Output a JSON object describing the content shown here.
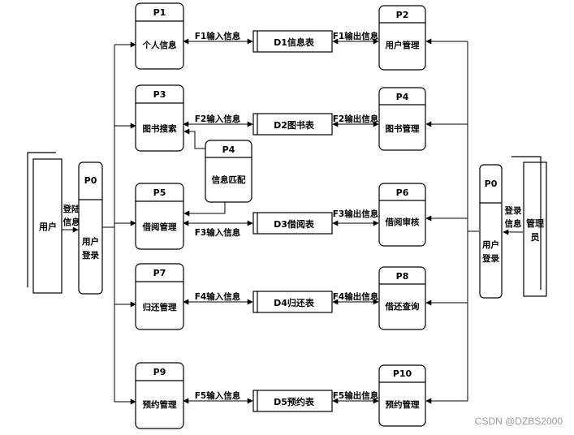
{
  "processes": [
    {
      "id": "P1",
      "name": "个人信息"
    },
    {
      "id": "P3",
      "name": "图书搜索"
    },
    {
      "id": "P5",
      "name": "借阅管理"
    },
    {
      "id": "P7",
      "name": "归还管理"
    },
    {
      "id": "P9",
      "name": "预约管理"
    },
    {
      "id": "P2",
      "name": "用户管理"
    },
    {
      "id": "P4",
      "name": "图书管理"
    },
    {
      "id": "P6",
      "name": "借阅审核"
    },
    {
      "id": "P8",
      "name": "借还查询"
    },
    {
      "id": "P10",
      "name": "预约管理"
    },
    {
      "id": "P4",
      "name": "信息匹配"
    },
    {
      "id": "P0",
      "name_line1": "用户",
      "name_line2": "登录"
    },
    {
      "id": "P0",
      "name_line1": "用户",
      "name_line2": "登录"
    }
  ],
  "stores": [
    "D1信息表",
    "D2图书表",
    "D3借阅表",
    "D4归还表",
    "D5预约表"
  ],
  "input_flows": [
    "F1输入信息",
    "F2输入信息",
    "F3输入信息",
    "F4输入信息",
    "F5输入信息"
  ],
  "output_flows": [
    "F1输出信息",
    "F2输出信息",
    "F3输出信息",
    "F4输出信息",
    "F5输出信息"
  ],
  "entities": {
    "user": "用户",
    "admin_line1": "管理",
    "admin_line2": "员"
  },
  "login_labels": {
    "left_line1": "登陆",
    "left_line2": "信息",
    "right_line1": "登录",
    "right_line2": "信息"
  },
  "watermark": "CSDN @DZBS2000"
}
